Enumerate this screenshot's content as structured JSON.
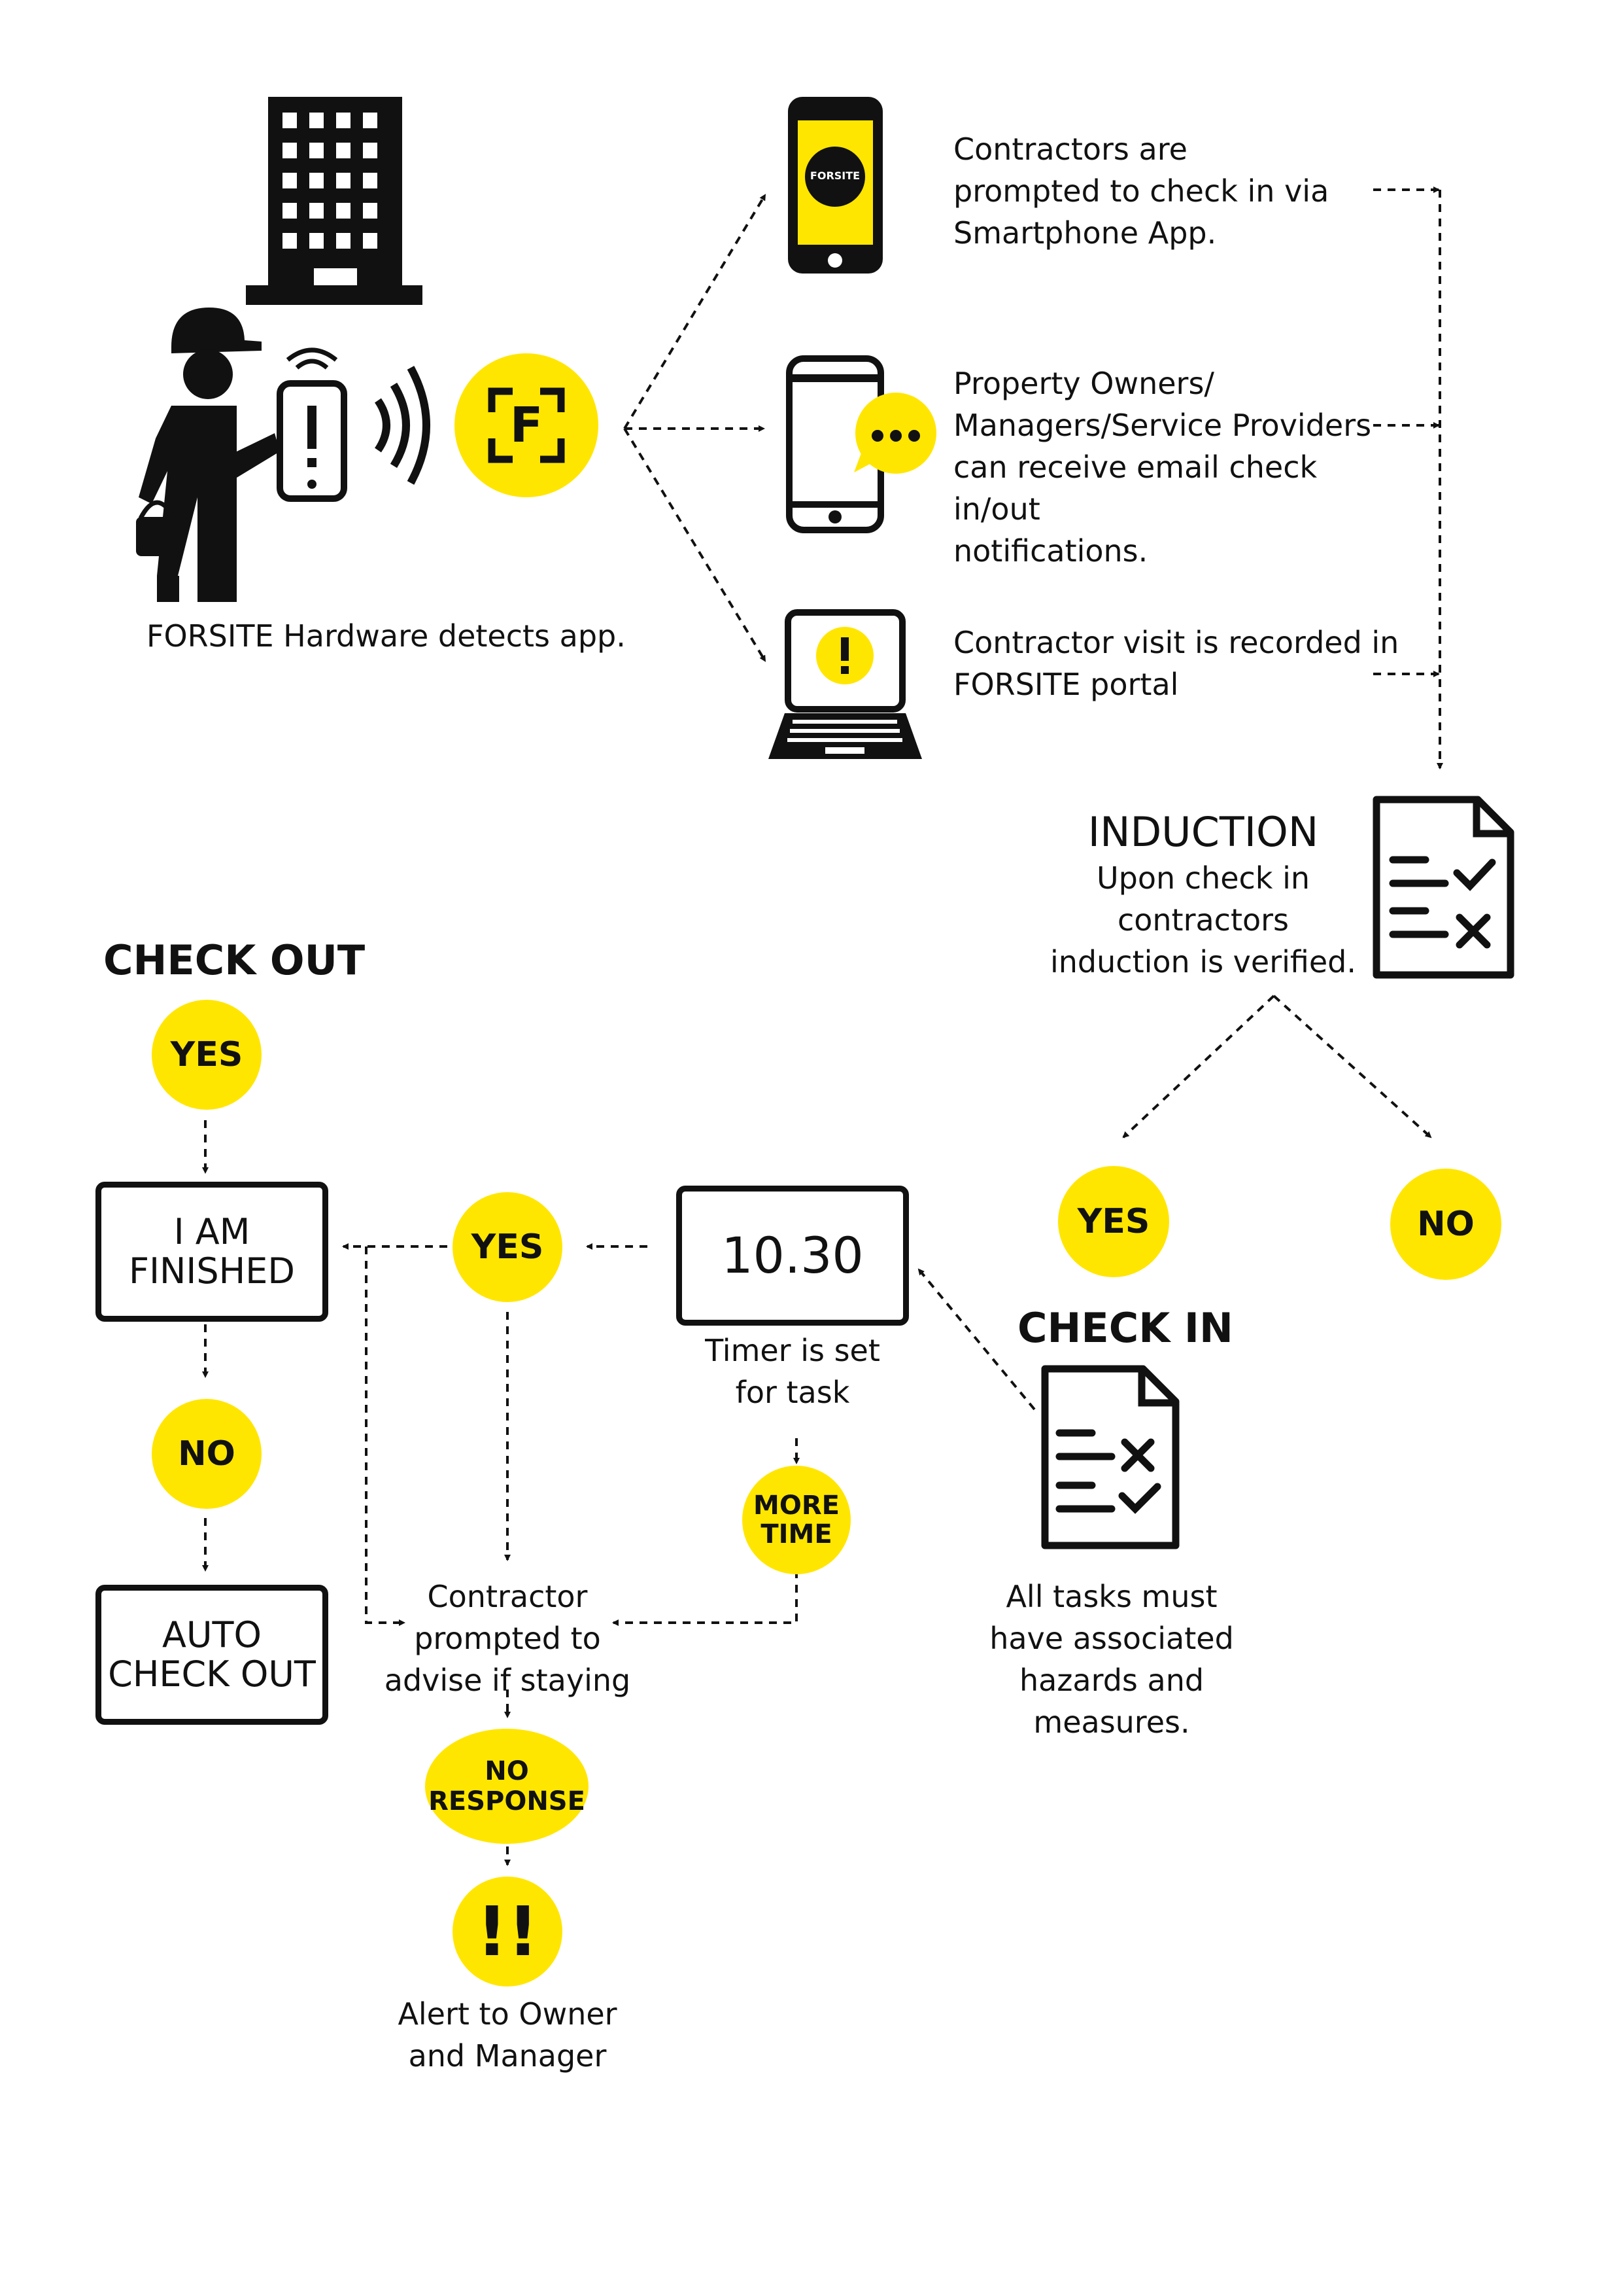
{
  "colors": {
    "accent": "#FFE600",
    "ink": "#111111"
  },
  "hardware": {
    "caption": "FORSITE Hardware detects app.",
    "logo_letter": "F",
    "icons": [
      "building-icon",
      "contractor-worker-icon",
      "phone-alert-icon",
      "wireless-signal-icon",
      "forsite-logo-icon"
    ]
  },
  "outcomes": [
    {
      "icon": "smartphone-app-icon",
      "lines": [
        "Contractors are",
        "prompted to check in via",
        "Smartphone App."
      ]
    },
    {
      "icon": "phone-message-icon",
      "lines": [
        "Property Owners/",
        "Managers/Service Providers",
        "can receive email check in/out",
        "notifications."
      ]
    },
    {
      "icon": "laptop-alert-icon",
      "lines": [
        "Contractor visit is recorded in",
        "FORSITE portal"
      ]
    }
  ],
  "phone_logo_text": "FORSITE",
  "induction": {
    "title": "INDUCTION",
    "lines": [
      "Upon check in",
      "contractors",
      "induction is verified."
    ],
    "yes": "YES",
    "no": "NO"
  },
  "check_in": {
    "title": "CHECK IN",
    "lines": [
      "All tasks must",
      "have associated",
      "hazards and",
      "measures."
    ]
  },
  "timer": {
    "value": "10.30",
    "lines": [
      "Timer is set",
      "for task"
    ],
    "more_time": [
      "MORE",
      "TIME"
    ],
    "yes": "YES"
  },
  "prompt": {
    "lines": [
      "Contractor",
      "prompted to",
      "advise if staying"
    ],
    "no_response": [
      "NO",
      "RESPONSE"
    ],
    "alert_symbol": "!!",
    "alert_lines": [
      "Alert to Owner",
      "and Manager"
    ]
  },
  "check_out": {
    "title": "CHECK OUT",
    "yes": "YES",
    "finished": [
      "I AM",
      "FINISHED"
    ],
    "no": "NO",
    "auto": [
      "AUTO",
      "CHECK OUT"
    ]
  }
}
